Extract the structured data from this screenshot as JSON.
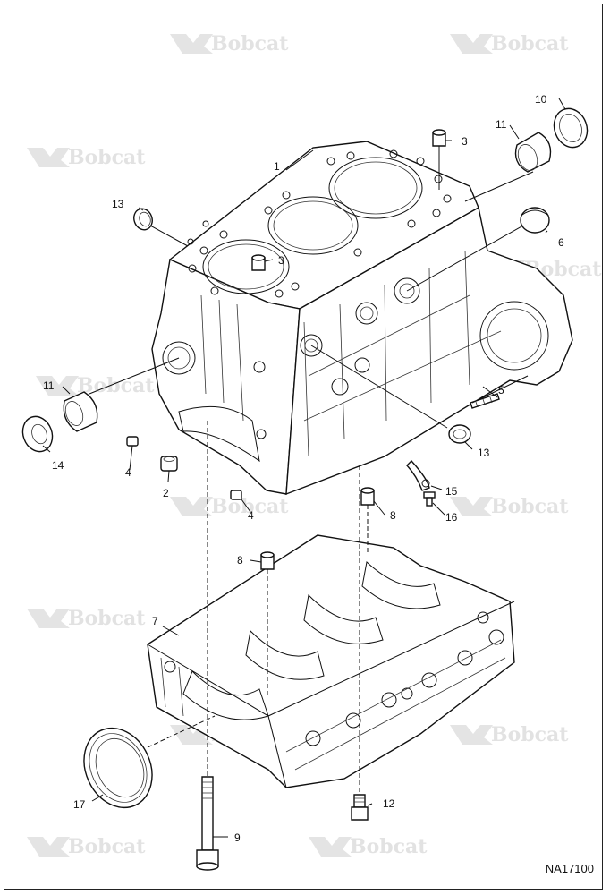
{
  "watermark": {
    "brand": "Bobcat"
  },
  "callouts": [
    "1",
    "2",
    "3",
    "3",
    "4",
    "4",
    "5",
    "6",
    "7",
    "8",
    "8",
    "9",
    "10",
    "11",
    "11",
    "12",
    "13",
    "13",
    "14",
    "15",
    "16",
    "17"
  ],
  "figure_ref": "NA17100"
}
